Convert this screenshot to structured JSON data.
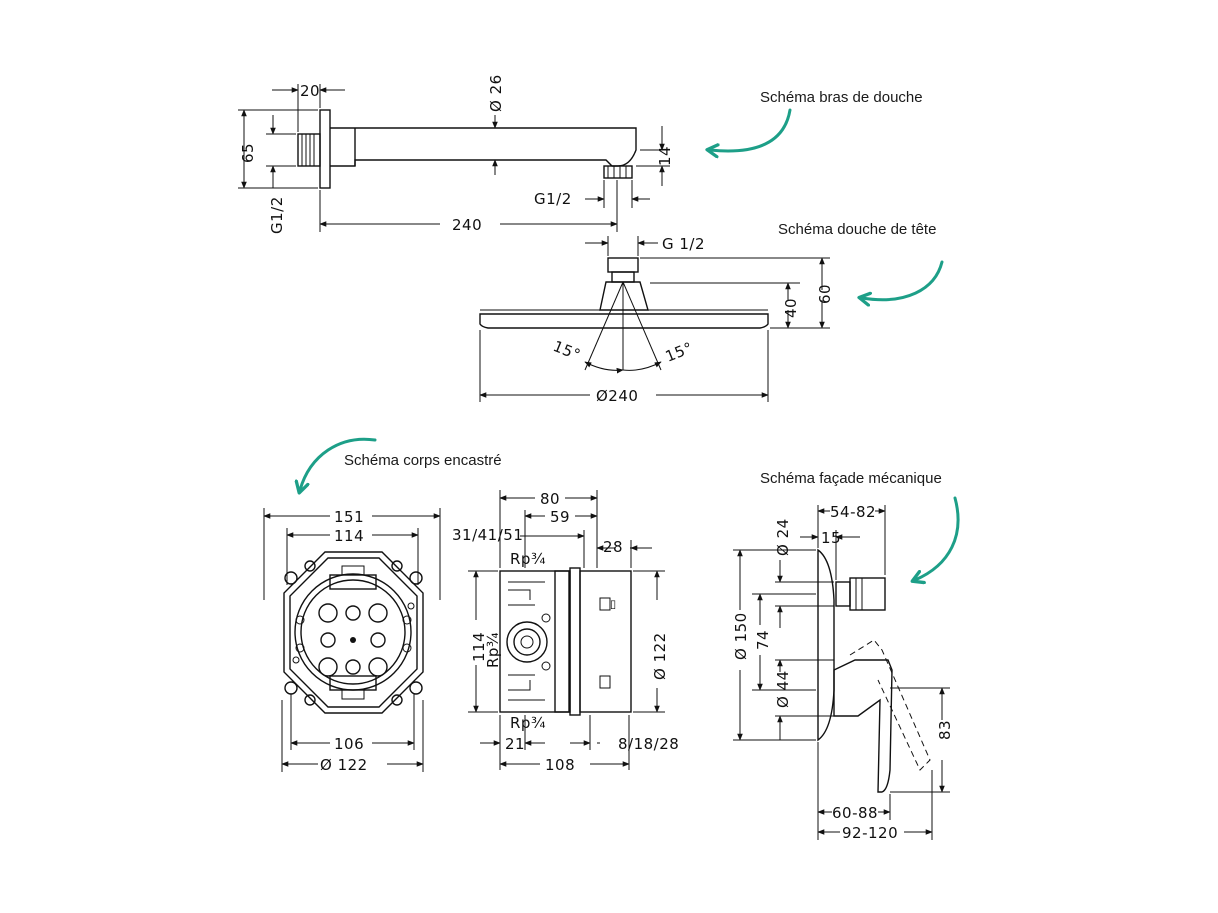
{
  "labels": {
    "arm": "Schéma bras de douche",
    "head": "Schéma douche de tête",
    "body": "Schéma corps encastré",
    "facade": "Schéma façade mécanique"
  },
  "arm_dims": {
    "d20": "20",
    "d26": "Ø 26",
    "d65": "65",
    "g12_left": "G1/2",
    "d14": "14",
    "g12_right": "G1/2",
    "d240": "240"
  },
  "head_dims": {
    "g12": "G 1/2",
    "d60": "60",
    "d40": "40",
    "a15_left": "15°",
    "a15_right": "15°",
    "d240": "Ø240"
  },
  "body_dims": {
    "d151": "151",
    "d114": "114",
    "d106": "106",
    "d122": "Ø 122",
    "d80": "80",
    "d59": "59",
    "d31": "31/41/51",
    "d28": "28",
    "rp_top": "Rp¾",
    "d114_side": "114",
    "rp_side": "Rp¾",
    "d122_side": "Ø 122",
    "rp_bottom": "Rp¾",
    "d21": "21",
    "d8": "8/18/28",
    "d108": "108"
  },
  "facade_dims": {
    "d54": "54-82",
    "d24": "Ø 24",
    "d15": "15",
    "d150": "Ø 150",
    "d74": "74",
    "d44": "Ø 44",
    "d83": "83",
    "d60": "60-88",
    "d92": "92-120"
  },
  "colors": {
    "arrow": "#1d9f88",
    "line": "#111111"
  }
}
